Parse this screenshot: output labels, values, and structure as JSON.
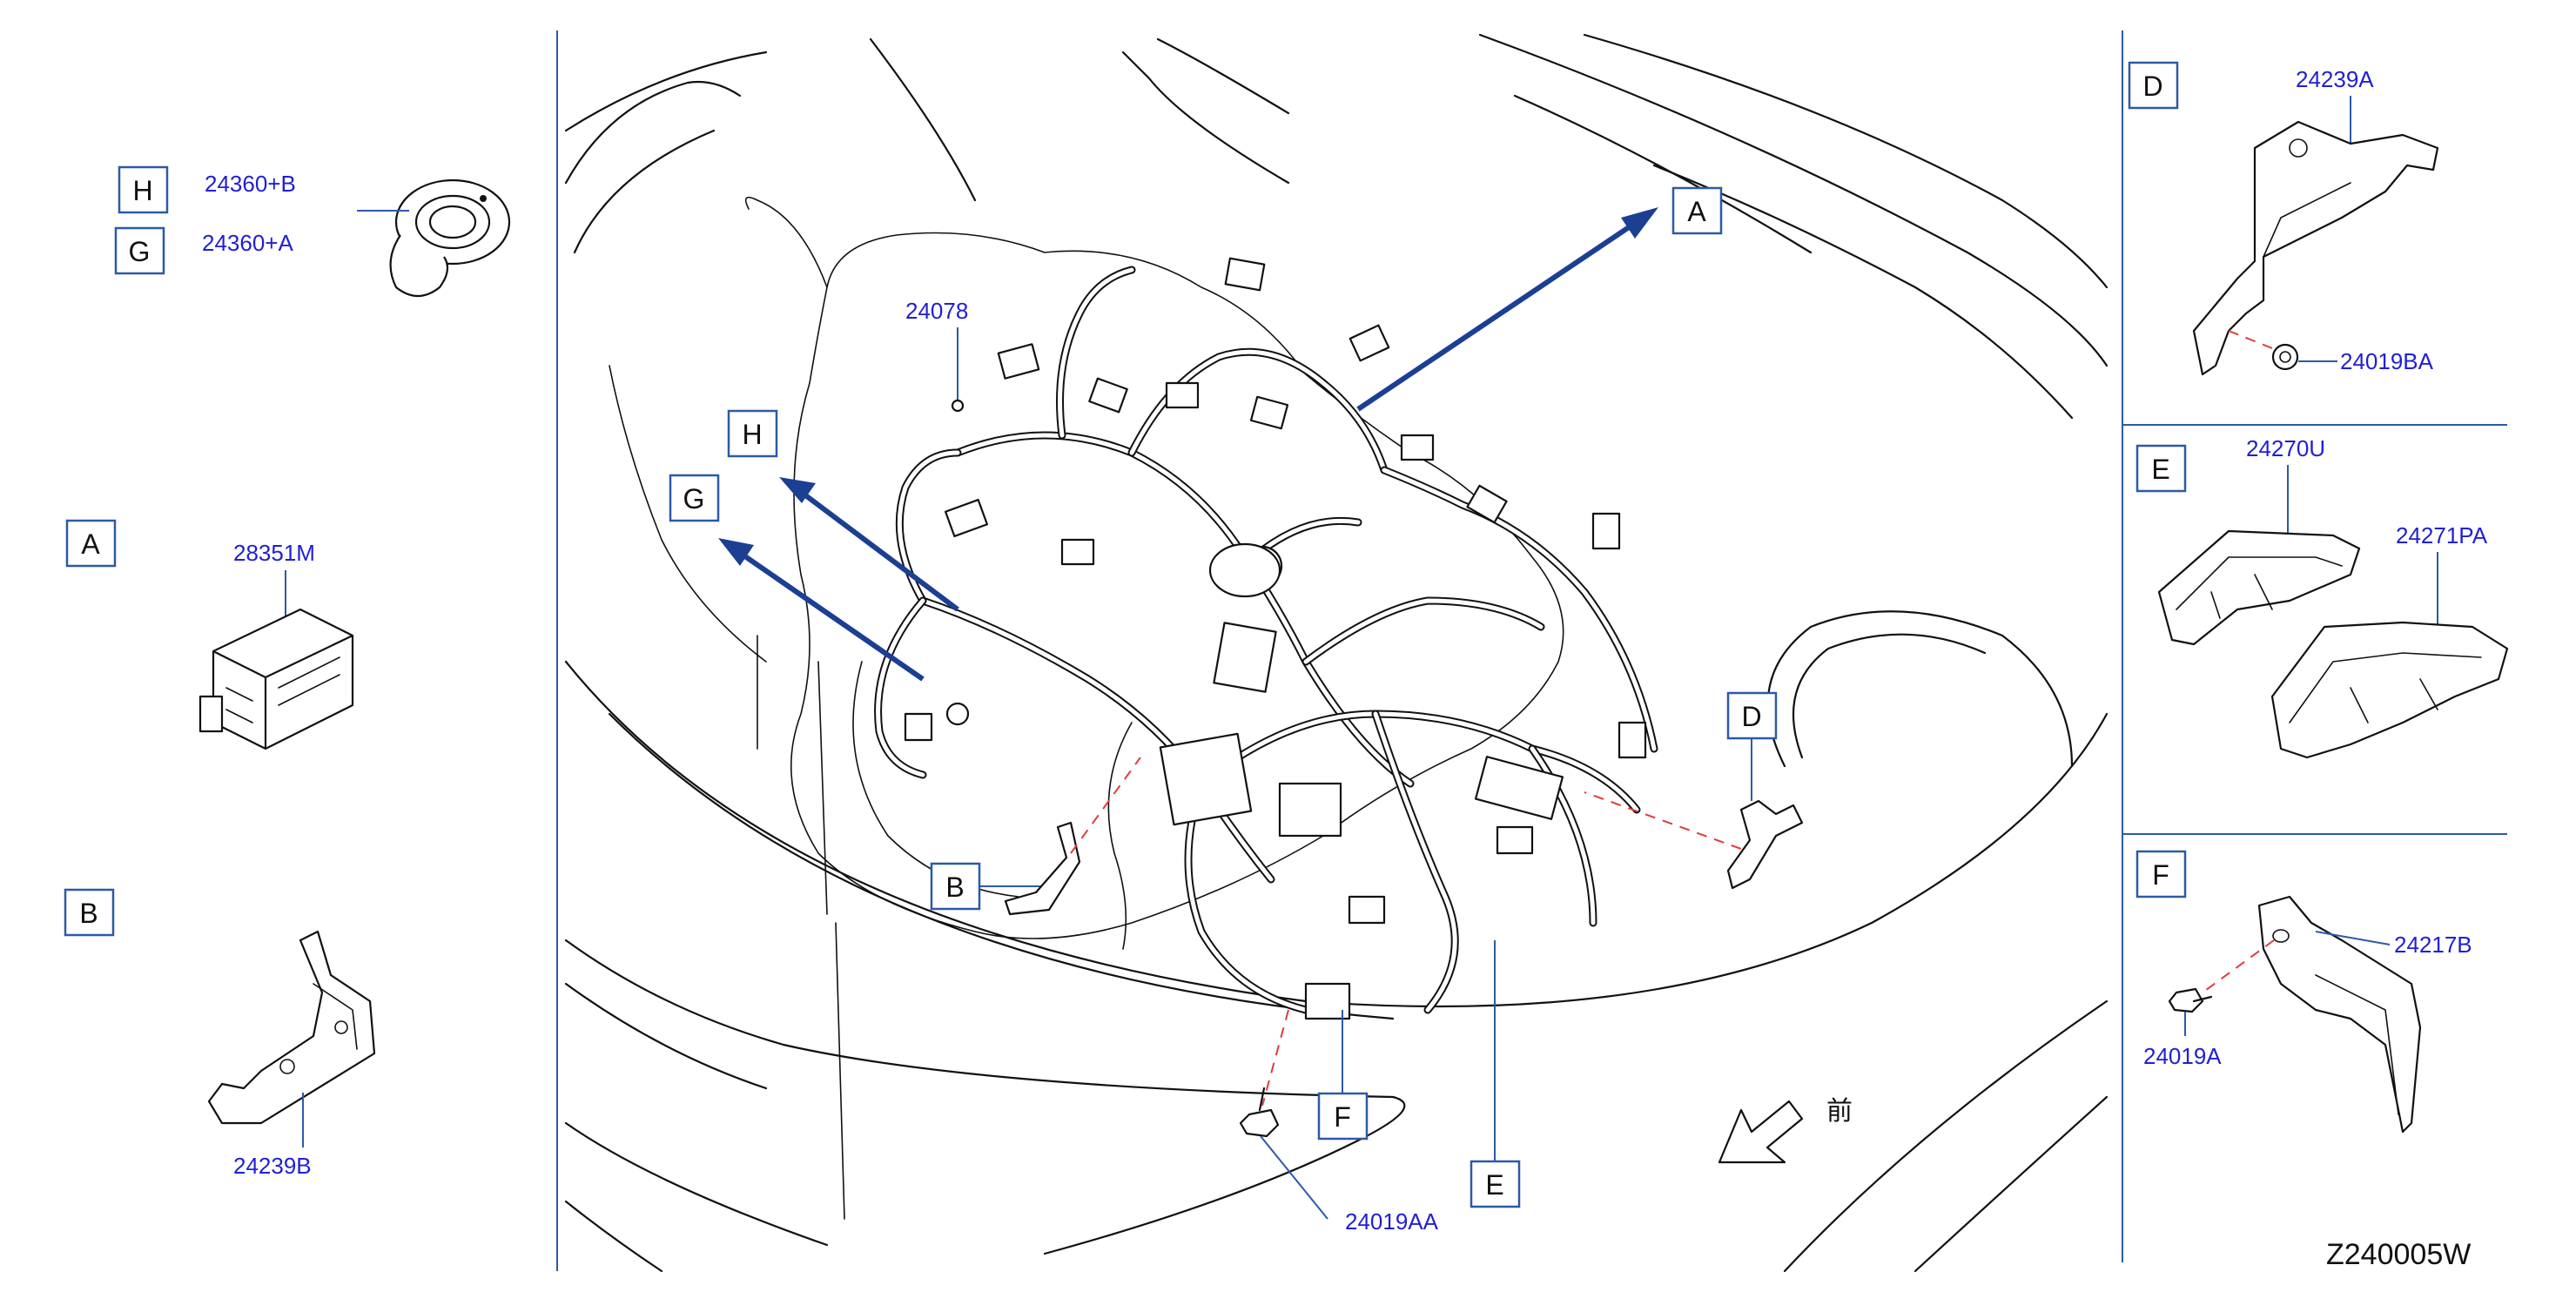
{
  "diagram_code": "Z240005W",
  "front_label": "前",
  "refs": {
    "a": "A",
    "b": "B",
    "d": "D",
    "e": "E",
    "f": "F",
    "g": "G",
    "h": "H"
  },
  "parts": {
    "grommet_b": "24360+B",
    "grommet_a": "24360+A",
    "harness": "24078",
    "relay_box": "28351M",
    "bracket_b": "24239B",
    "bolt_aa": "24019AA",
    "bracket_a": "24239A",
    "nut_ba": "24019BA",
    "cover_u": "24270U",
    "cover_pa": "24271PA",
    "bracket_217b": "24217B",
    "bolt_a": "24019A"
  },
  "colors": {
    "part_number": "#1f1fd6",
    "callout_box": "#2b5aa8",
    "arrow": "#1c3f94",
    "dashed_leader": "#e23a3a"
  }
}
